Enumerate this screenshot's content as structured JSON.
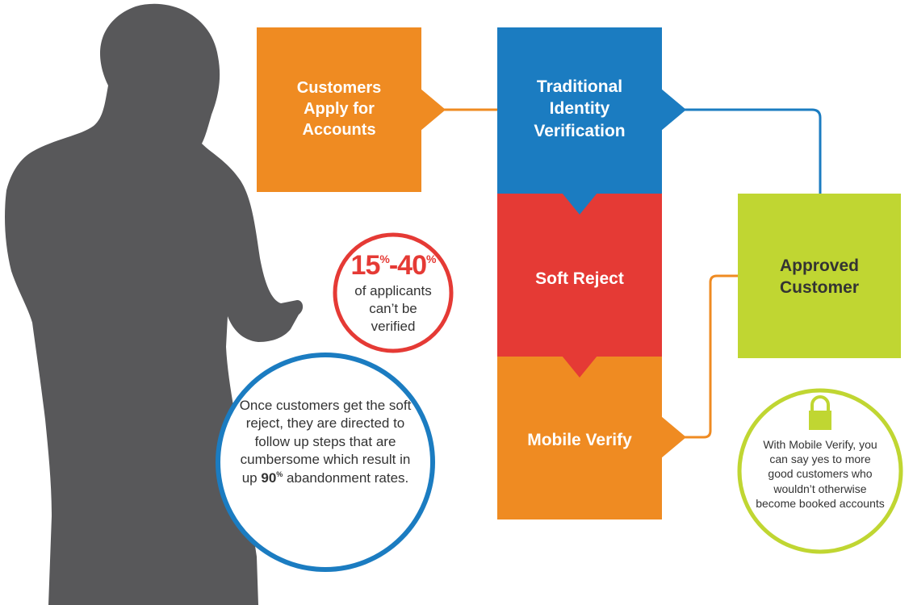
{
  "colors": {
    "orange": "#ef8b22",
    "blue": "#1b7cc1",
    "red": "#e53a35",
    "lime": "#c0d632",
    "silhouette": "#58585a",
    "text_dark": "#333333"
  },
  "boxes": {
    "apply": "Customers Apply for Accounts",
    "traditional": "Traditional Identity Verification",
    "soft_reject": "Soft Reject",
    "mobile_verify": "Mobile Verify",
    "approved": "Approved Customer"
  },
  "stat_circle": {
    "range_low": "15",
    "range_high": "40",
    "percent_sign": "%",
    "dash": "-",
    "text": "of applicants can’t be verified"
  },
  "abandon_circle": {
    "text_before": "Once customers get the soft reject, they are directed to follow up steps that are cumbersome which result in up",
    "value": "90",
    "percent_sign": "%",
    "text_after": "abandonment rates."
  },
  "lock_circle": {
    "icon": "lock-icon",
    "text": "With Mobile Verify, you can say yes to more good customers who wouldn’t otherwise become booked accounts"
  }
}
